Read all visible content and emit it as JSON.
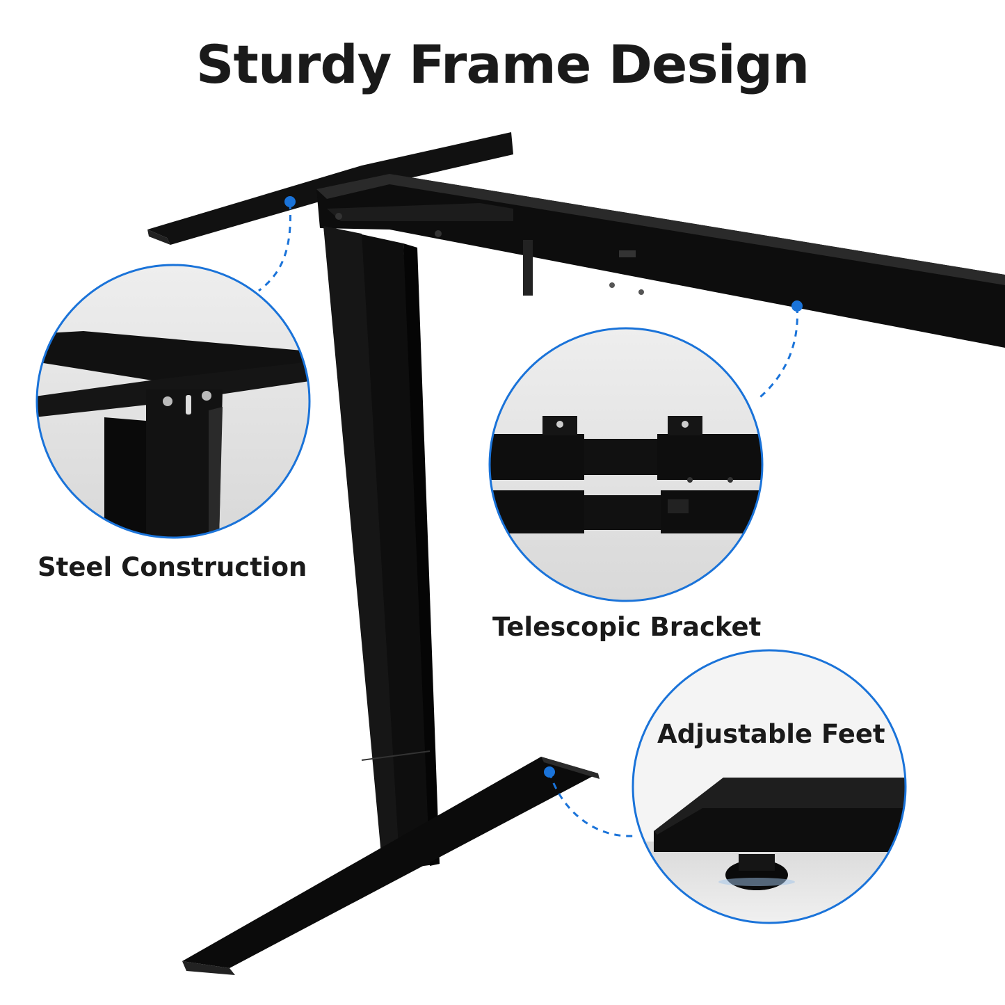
{
  "title": "Sturdy Frame Design",
  "callouts": [
    {
      "id": "steel",
      "label": "Steel Construction"
    },
    {
      "id": "telescopic",
      "label": "Telescopic Bracket"
    },
    {
      "id": "feet",
      "label": "Adjustable Feet"
    }
  ],
  "colors": {
    "accent": "#1a73d9",
    "frame": "#0f0f0f",
    "text": "#1a1a1a",
    "inset_bg": "#e6e6e6"
  }
}
